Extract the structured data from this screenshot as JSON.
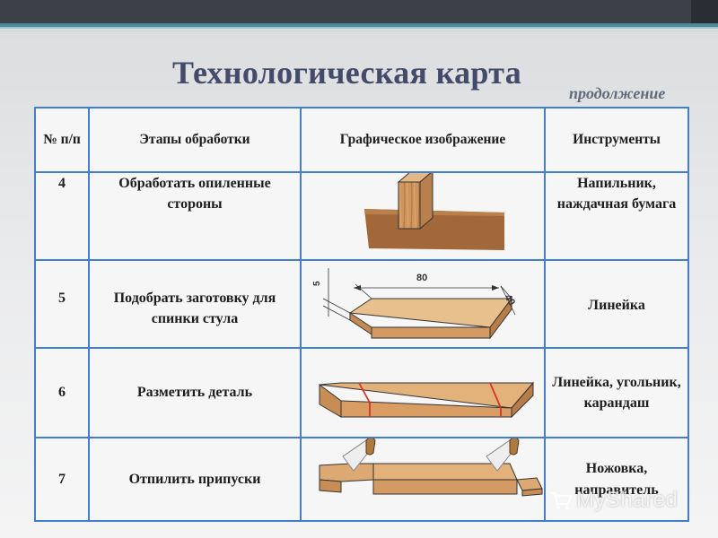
{
  "slide": {
    "title": "Технологическая карта",
    "subtitle": "продолжение"
  },
  "table": {
    "headers": {
      "num": "№ п/п",
      "stages": "Этапы обработки",
      "image": "Графическое изображение",
      "tools": "Инструменты"
    },
    "rows": [
      {
        "num": "4",
        "stage": "Обработать опиленные стороны",
        "tools": "Напильник, наждачная бумага"
      },
      {
        "num": "5",
        "stage": "Подобрать заготовку для спинки стула",
        "tools": "Линейка"
      },
      {
        "num": "6",
        "stage": "Разметить деталь",
        "tools": "Линейка, угольник, карандаш"
      },
      {
        "num": "7",
        "stage": "Отпилить припуски",
        "tools": "Ножовка, направитель"
      }
    ]
  },
  "drawing": {
    "length": "80",
    "width": "40",
    "thickness": "5"
  },
  "colors": {
    "border": "#3f7fcf",
    "title": "#434a6a",
    "wood": "#d9a06a",
    "mark": "#d8322b"
  },
  "watermark": {
    "text": "MyShared",
    "icon": "cart-icon"
  }
}
